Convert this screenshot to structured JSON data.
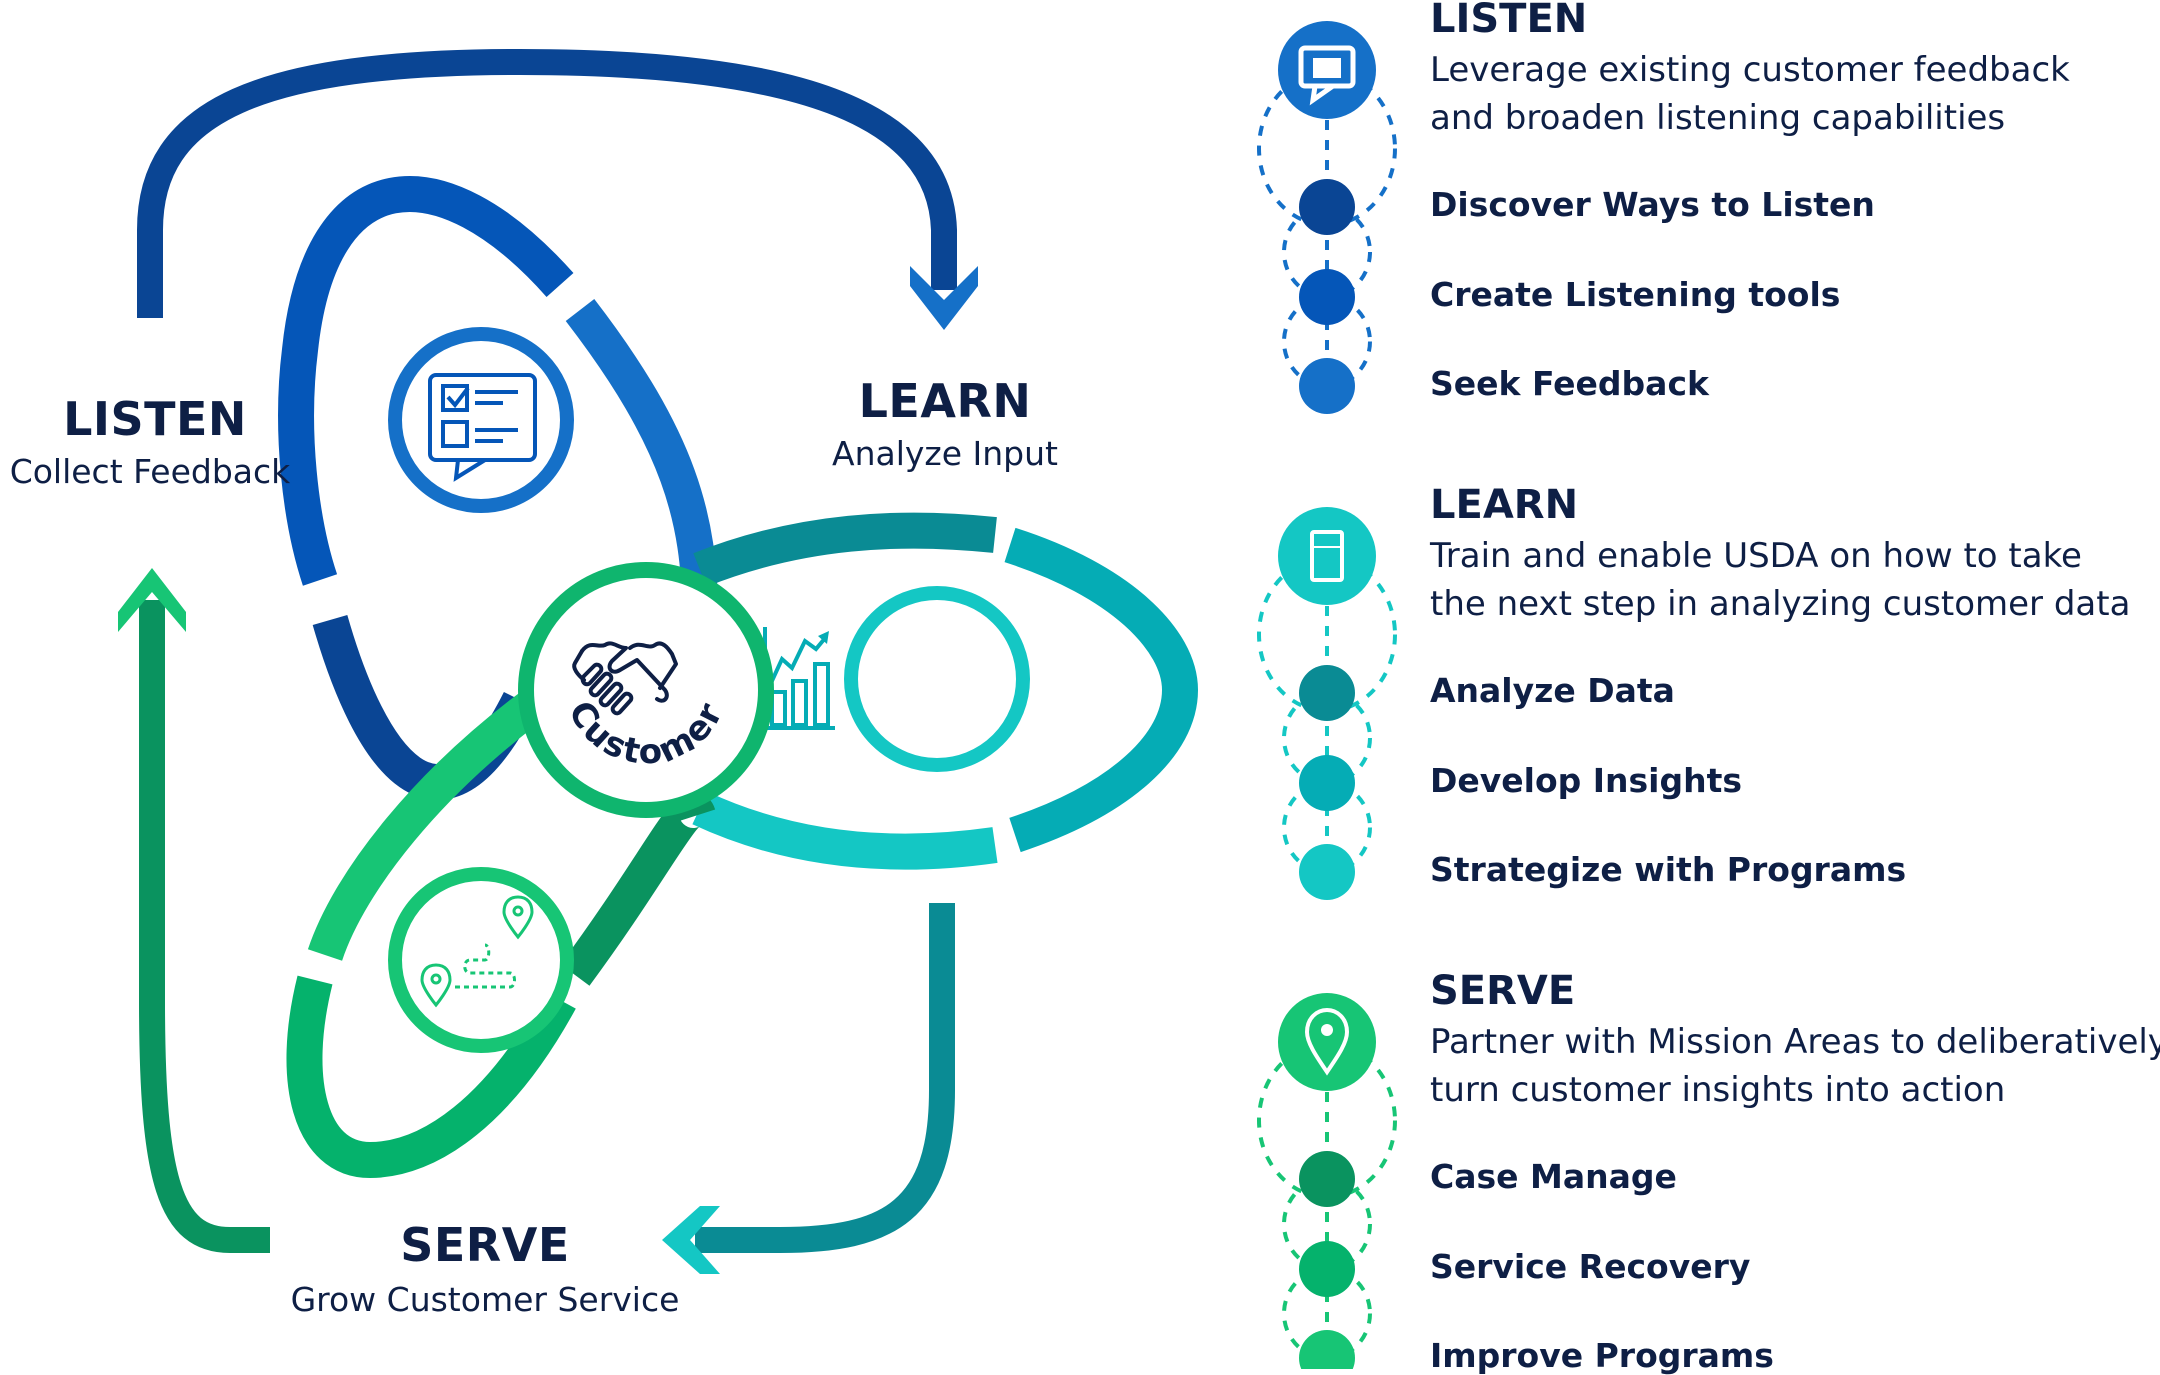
{
  "diagram": {
    "center_label": "Customer",
    "listen": {
      "title": "LISTEN",
      "subtitle": "Collect Feedback"
    },
    "learn": {
      "title": "LEARN",
      "subtitle": "Analyze Input"
    },
    "serve": {
      "title": "SERVE",
      "subtitle": "Grow Customer Service"
    }
  },
  "panel": {
    "sections": [
      {
        "title": "LISTEN",
        "description_lines": [
          "Leverage existing customer feedback",
          "and broaden listening capabilities"
        ],
        "icon": "chat-bubble-icon",
        "steps": [
          "Discover Ways to Listen",
          "Create Listening tools",
          "Seek Feedback"
        ],
        "colors": {
          "main": "#1570c8",
          "steps": [
            "#0a4594",
            "#0556b8",
            "#1570c8"
          ]
        }
      },
      {
        "title": "LEARN",
        "description_lines": [
          "Train and enable USDA on how to take",
          "the next step in analyzing customer data"
        ],
        "icon": "gauge-icon",
        "steps": [
          "Analyze Data",
          "Develop Insights",
          "Strategize with Programs"
        ],
        "colors": {
          "main": "#14c7c4",
          "steps": [
            "#0a8b94",
            "#05acb5",
            "#14c7c4"
          ]
        }
      },
      {
        "title": "SERVE",
        "description_lines": [
          "Partner with Mission Areas to deliberatively",
          "turn customer insights into action"
        ],
        "icon": "map-pin-icon",
        "steps": [
          "Case Manage",
          "Service Recovery",
          "Improve Programs"
        ],
        "colors": {
          "main": "#17c575",
          "steps": [
            "#0a935f",
            "#05b26c",
            "#17c575"
          ]
        }
      }
    ]
  },
  "colors": {
    "text": "#0e1f45",
    "listen_dark": "#0a4594",
    "listen_mid": "#0556b8",
    "listen_light": "#1570c8",
    "learn_dark": "#0a8b94",
    "learn_mid": "#05acb5",
    "learn_light": "#14c7c4",
    "serve_dark": "#0a935f",
    "serve_mid": "#05b26c",
    "serve_light": "#17c575"
  }
}
